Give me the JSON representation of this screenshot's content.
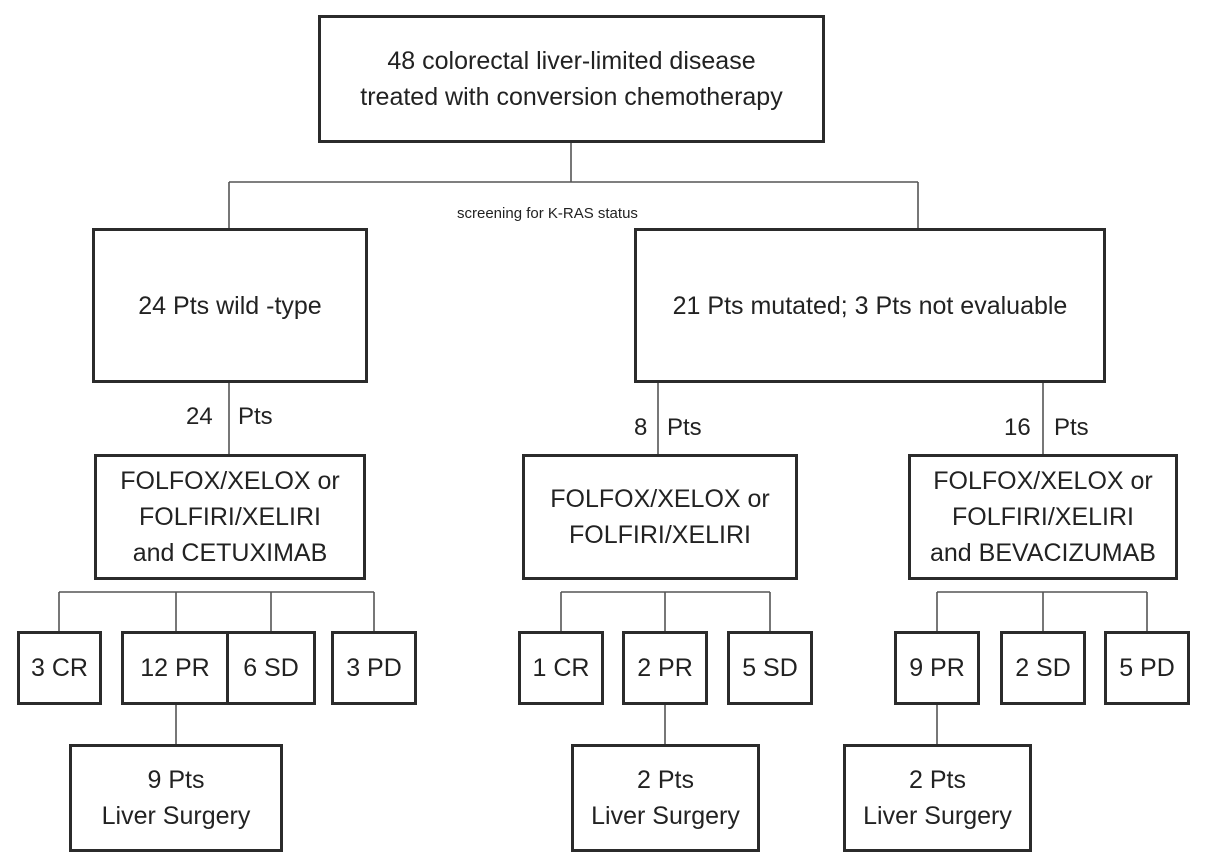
{
  "root": {
    "lines": [
      "48 colorectal liver-limited disease",
      "treated with conversion chemotherapy"
    ]
  },
  "screening_label": "screening for K-RAS status",
  "wild_type": {
    "box": "24 Pts wild -type",
    "count": "24",
    "unit": "Pts",
    "treatment": [
      "FOLFOX/XELOX or",
      "FOLFIRI/XELIRI",
      "and CETUXIMAB"
    ],
    "outcomes": [
      "3 CR",
      "12 PR",
      "6 SD",
      "3 PD"
    ],
    "surgery": [
      "9 Pts",
      "Liver Surgery"
    ]
  },
  "mutated": {
    "box": "21 Pts mutated; 3 Pts not evaluable",
    "chemo_only": {
      "count": "8",
      "unit": "Pts",
      "treatment": [
        "FOLFOX/XELOX or",
        "FOLFIRI/XELIRI"
      ],
      "outcomes": [
        "1 CR",
        "2 PR",
        "5 SD"
      ],
      "surgery": [
        "2 Pts",
        "Liver Surgery"
      ]
    },
    "bevacizumab": {
      "count": "16",
      "unit": "Pts",
      "treatment": [
        "FOLFOX/XELOX or",
        "FOLFIRI/XELIRI",
        "and BEVACIZUMAB"
      ],
      "outcomes": [
        "9 PR",
        "2 SD",
        "5 PD"
      ],
      "surgery": [
        "2 Pts",
        "Liver Surgery"
      ]
    }
  },
  "colors": {
    "stroke": "#2b2b2b",
    "connector": "#555555",
    "text": "#222222",
    "background": "#ffffff"
  }
}
